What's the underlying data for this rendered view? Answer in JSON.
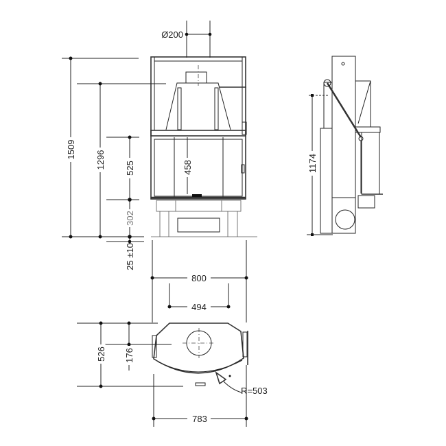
{
  "front_view": {
    "diameter_label": "Ø200",
    "height_total": "1509",
    "height_flue": "1296",
    "height_upper": "525",
    "height_door": "458",
    "height_base": "302",
    "floor_gap": "25 ±10"
  },
  "side_view": {
    "height_connection": "1174"
  },
  "plan_view": {
    "width_total": "800",
    "width_flue_spacing": "494",
    "depth_total": "526",
    "depth_flue_center": "176",
    "radius_label": "R=503",
    "width_bottom": "783"
  }
}
